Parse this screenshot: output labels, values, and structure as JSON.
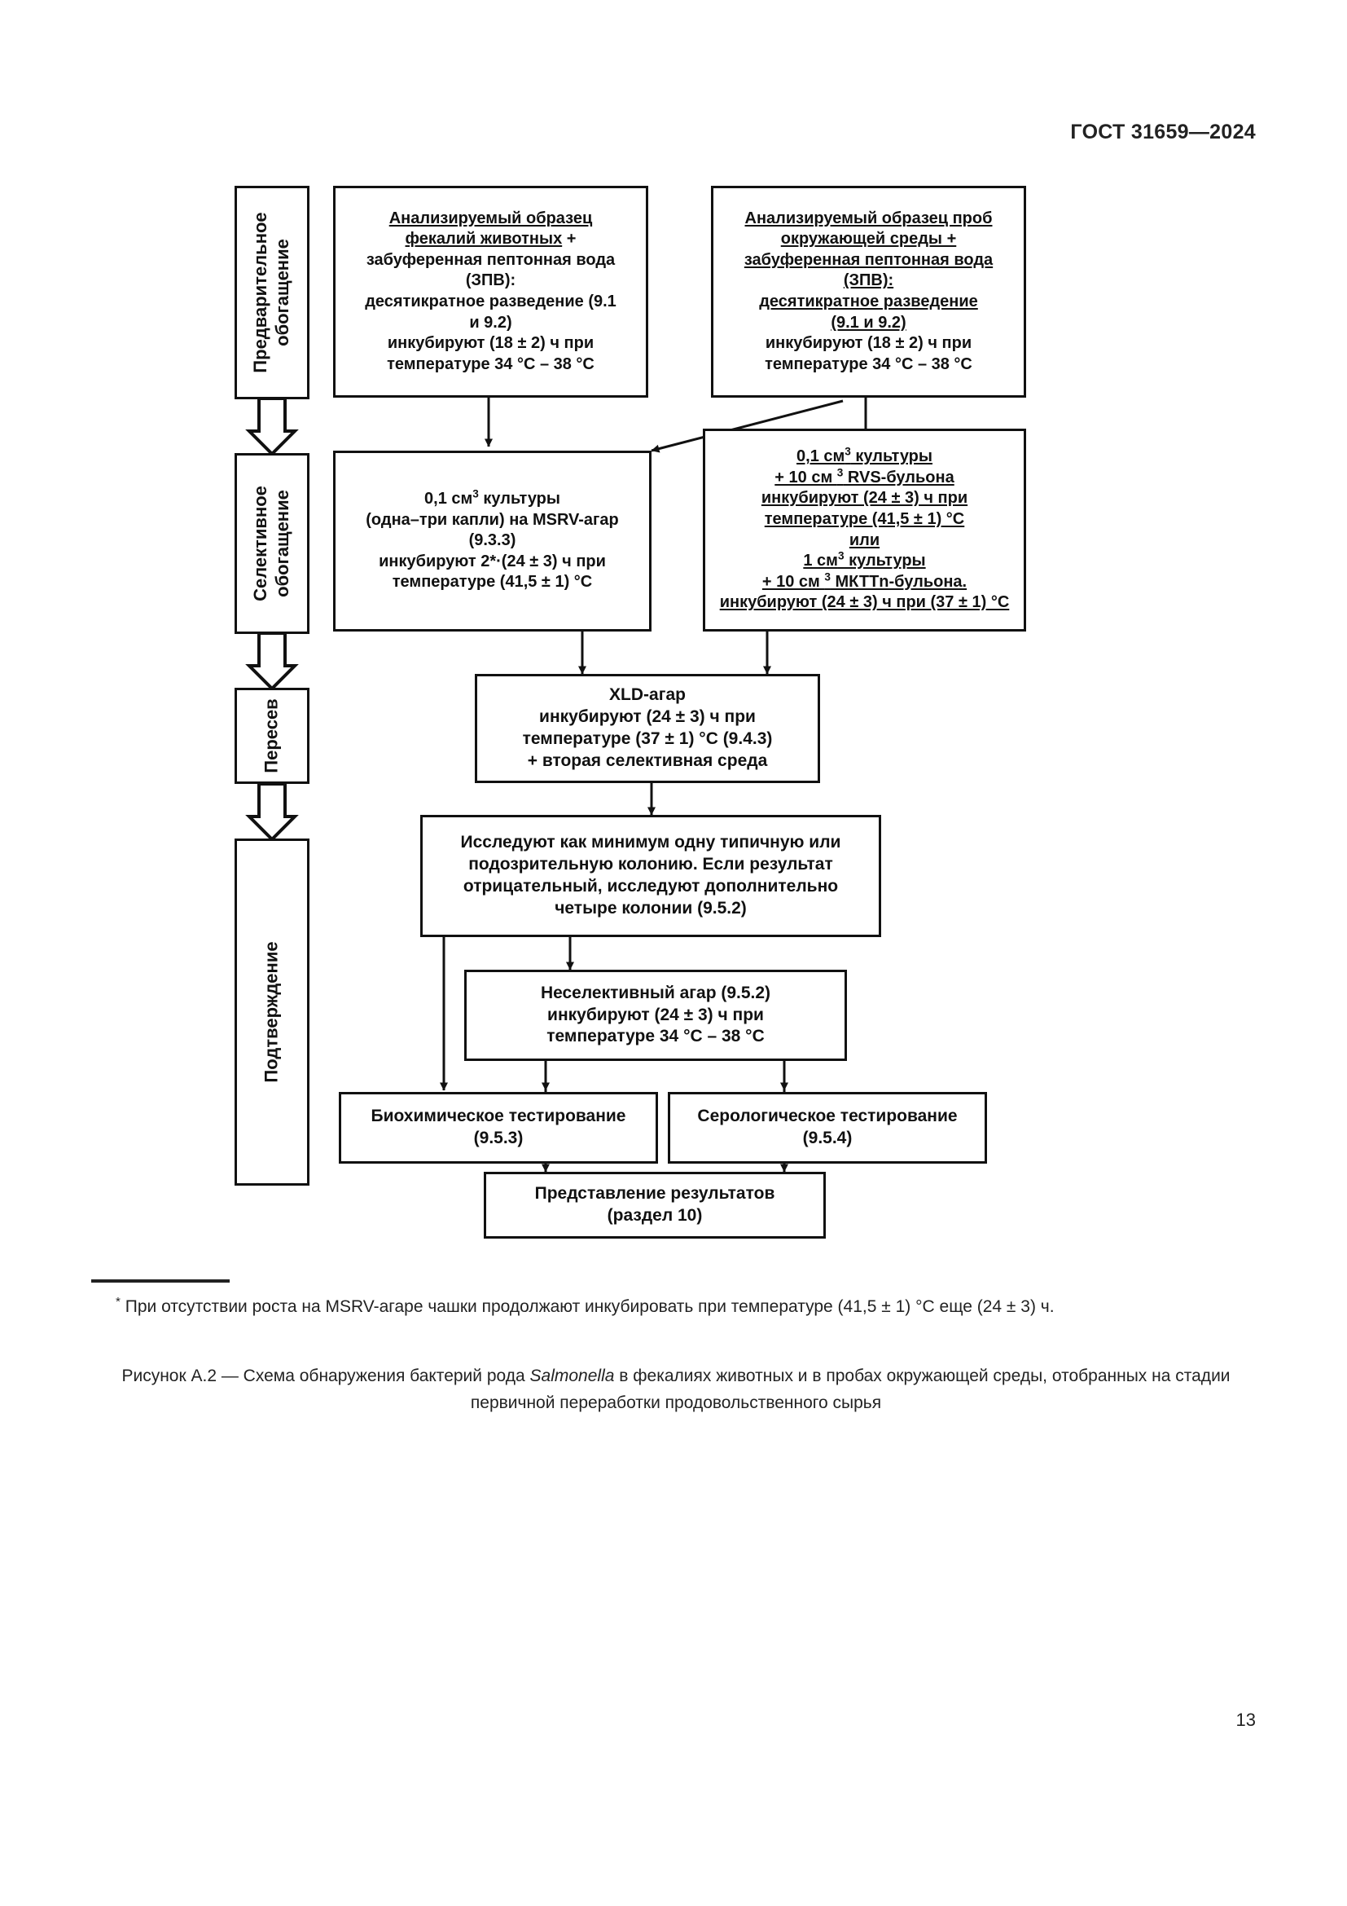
{
  "header": {
    "standard_title": "ГОСТ 31659—2024"
  },
  "page_number": "13",
  "flowchart": {
    "stages": [
      {
        "id": "stage-preliminary",
        "label": "Предварительное обогащение"
      },
      {
        "id": "stage-selective",
        "label": "Селективное обогащение"
      },
      {
        "id": "stage-subculture",
        "label": "Пересев"
      },
      {
        "id": "stage-confirmation",
        "label": "Подтверждение"
      }
    ],
    "boxes": {
      "sample_feces": {
        "lines": [
          "Анализируемый образец",
          "фекалий животных +",
          "забуференная пептонная вода",
          "(ЗПВ):",
          "десятикратное разведение (9.1",
          "и 9.2)",
          "инкубируют (18 ± 2) ч при",
          "температуре 34 °С – 38 °С"
        ]
      },
      "sample_environment": {
        "lines": [
          "Анализируемый образец проб",
          "окружающей среды +",
          "забуференная пептонная вода",
          "(ЗПВ):",
          "десятикратное разведение",
          "(9.1 и 9.2)",
          "инкубируют (18 ± 2) ч при",
          "температуре 34 °С – 38 °С"
        ]
      },
      "msrv_agar": {
        "lines": [
          "0,1 см3 культуры",
          "(одна–три капли) на MSRV-агар",
          "(9.3.3)",
          "инкубируют  2*·(24 ± 3) ч при",
          "температуре (41,5 ± 1) °С"
        ]
      },
      "rvs_mkttn": {
        "lines": [
          "0,1 см3 культуры",
          "+ 10 см 3 RVS-бульона",
          "инкубируют (24 ± 3) ч при",
          "температуре (41,5 ± 1) °С",
          "или",
          "1 см3 культуры",
          "+ 10 см 3 МКТТn-бульона.",
          "инкубируют (24 ± 3) ч при (37 ± 1) °С"
        ]
      },
      "xld_agar": {
        "lines": [
          "XLD-агар",
          "инкубируют (24 ± 3) ч при",
          "температуре (37 ± 1) °С (9.4.3)",
          "+ вторая селективная среда"
        ]
      },
      "colony_study": {
        "lines": [
          "Исследуют как минимум одну типичную или",
          "подозрительную колонию. Если результат",
          "отрицательный, исследуют дополнительно",
          "четыре колонии (9.5.2)"
        ]
      },
      "nonselective_agar": {
        "lines": [
          "Неселективный агар (9.5.2)",
          "инкубируют  (24 ± 3) ч при",
          "температуре 34 °С – 38 °С"
        ]
      },
      "biochem_test": {
        "lines": [
          "Биохимическое тестирование",
          "(9.5.3)"
        ]
      },
      "sero_test": {
        "lines": [
          "Серологическое тестирование",
          "(9.5.4)"
        ]
      },
      "results": {
        "lines": [
          "Представление результатов",
          "(раздел 10)"
        ]
      }
    }
  },
  "footnote": {
    "marker": "*",
    "text": " При отсутствии роста на MSRV-агаре чашки продолжают инкубировать при температуре (41,5 ± 1) °С еще (24 ± 3) ч."
  },
  "caption": {
    "prefix": "Рисунок А.2 — Схема обнаружения бактерий рода ",
    "italic": "Salmonella",
    "suffix": " в фекалиях животных и в пробах окружающей среды, отобранных на стадии первичной переработки продовольственного сырья"
  }
}
